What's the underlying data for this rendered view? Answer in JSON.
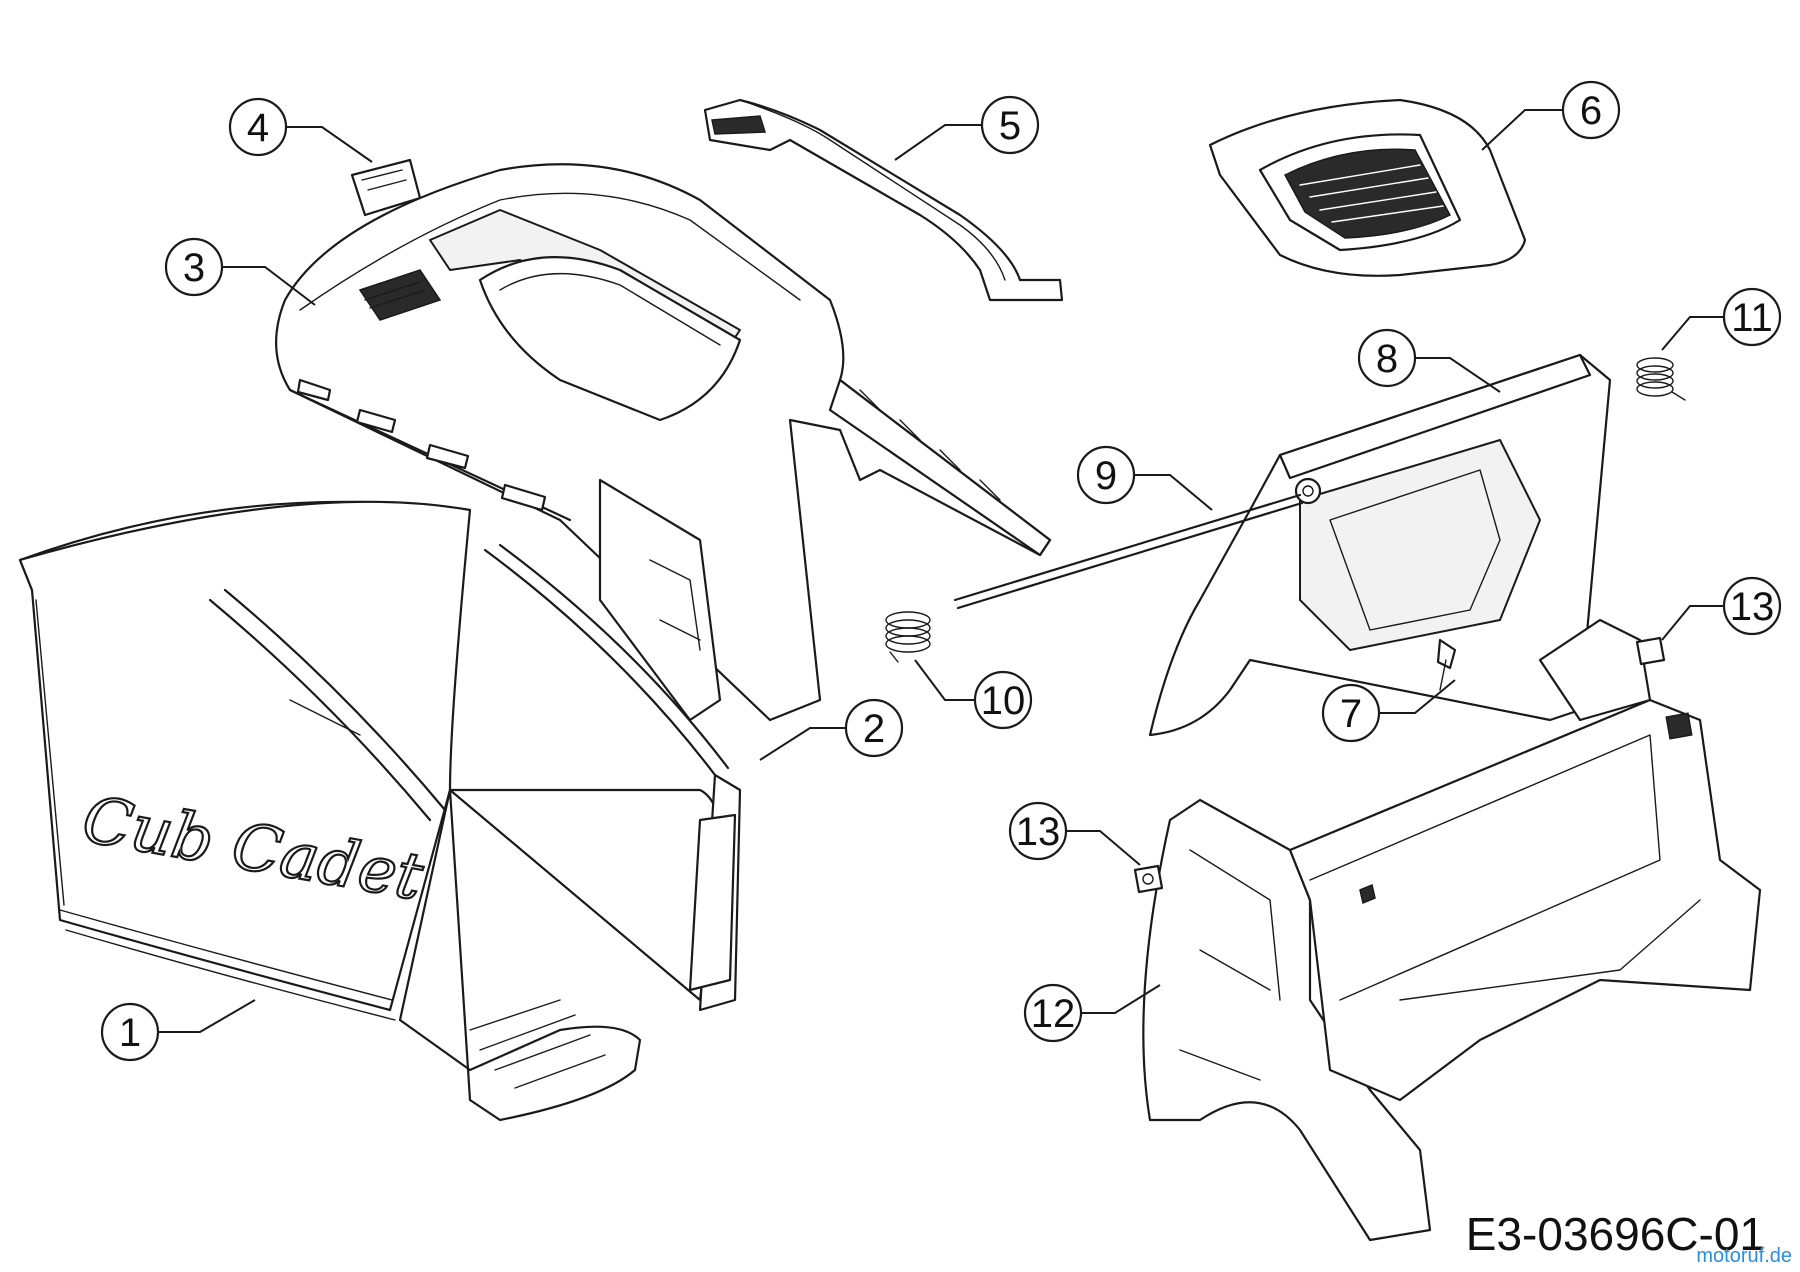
{
  "diagram": {
    "drawing_code": "E3-03696C-01",
    "watermark": "motoruf.de",
    "brand_logo": "Cub Cadet",
    "callouts": [
      {
        "id": "c1",
        "label": "1"
      },
      {
        "id": "c2",
        "label": "2"
      },
      {
        "id": "c3",
        "label": "3"
      },
      {
        "id": "c4",
        "label": "4"
      },
      {
        "id": "c5",
        "label": "5"
      },
      {
        "id": "c6",
        "label": "6"
      },
      {
        "id": "c7",
        "label": "7"
      },
      {
        "id": "c8",
        "label": "8"
      },
      {
        "id": "c9",
        "label": "9"
      },
      {
        "id": "c10",
        "label": "10"
      },
      {
        "id": "c11",
        "label": "11"
      },
      {
        "id": "c12",
        "label": "12"
      },
      {
        "id": "c13a",
        "label": "13"
      },
      {
        "id": "c13b",
        "label": "13"
      }
    ]
  }
}
